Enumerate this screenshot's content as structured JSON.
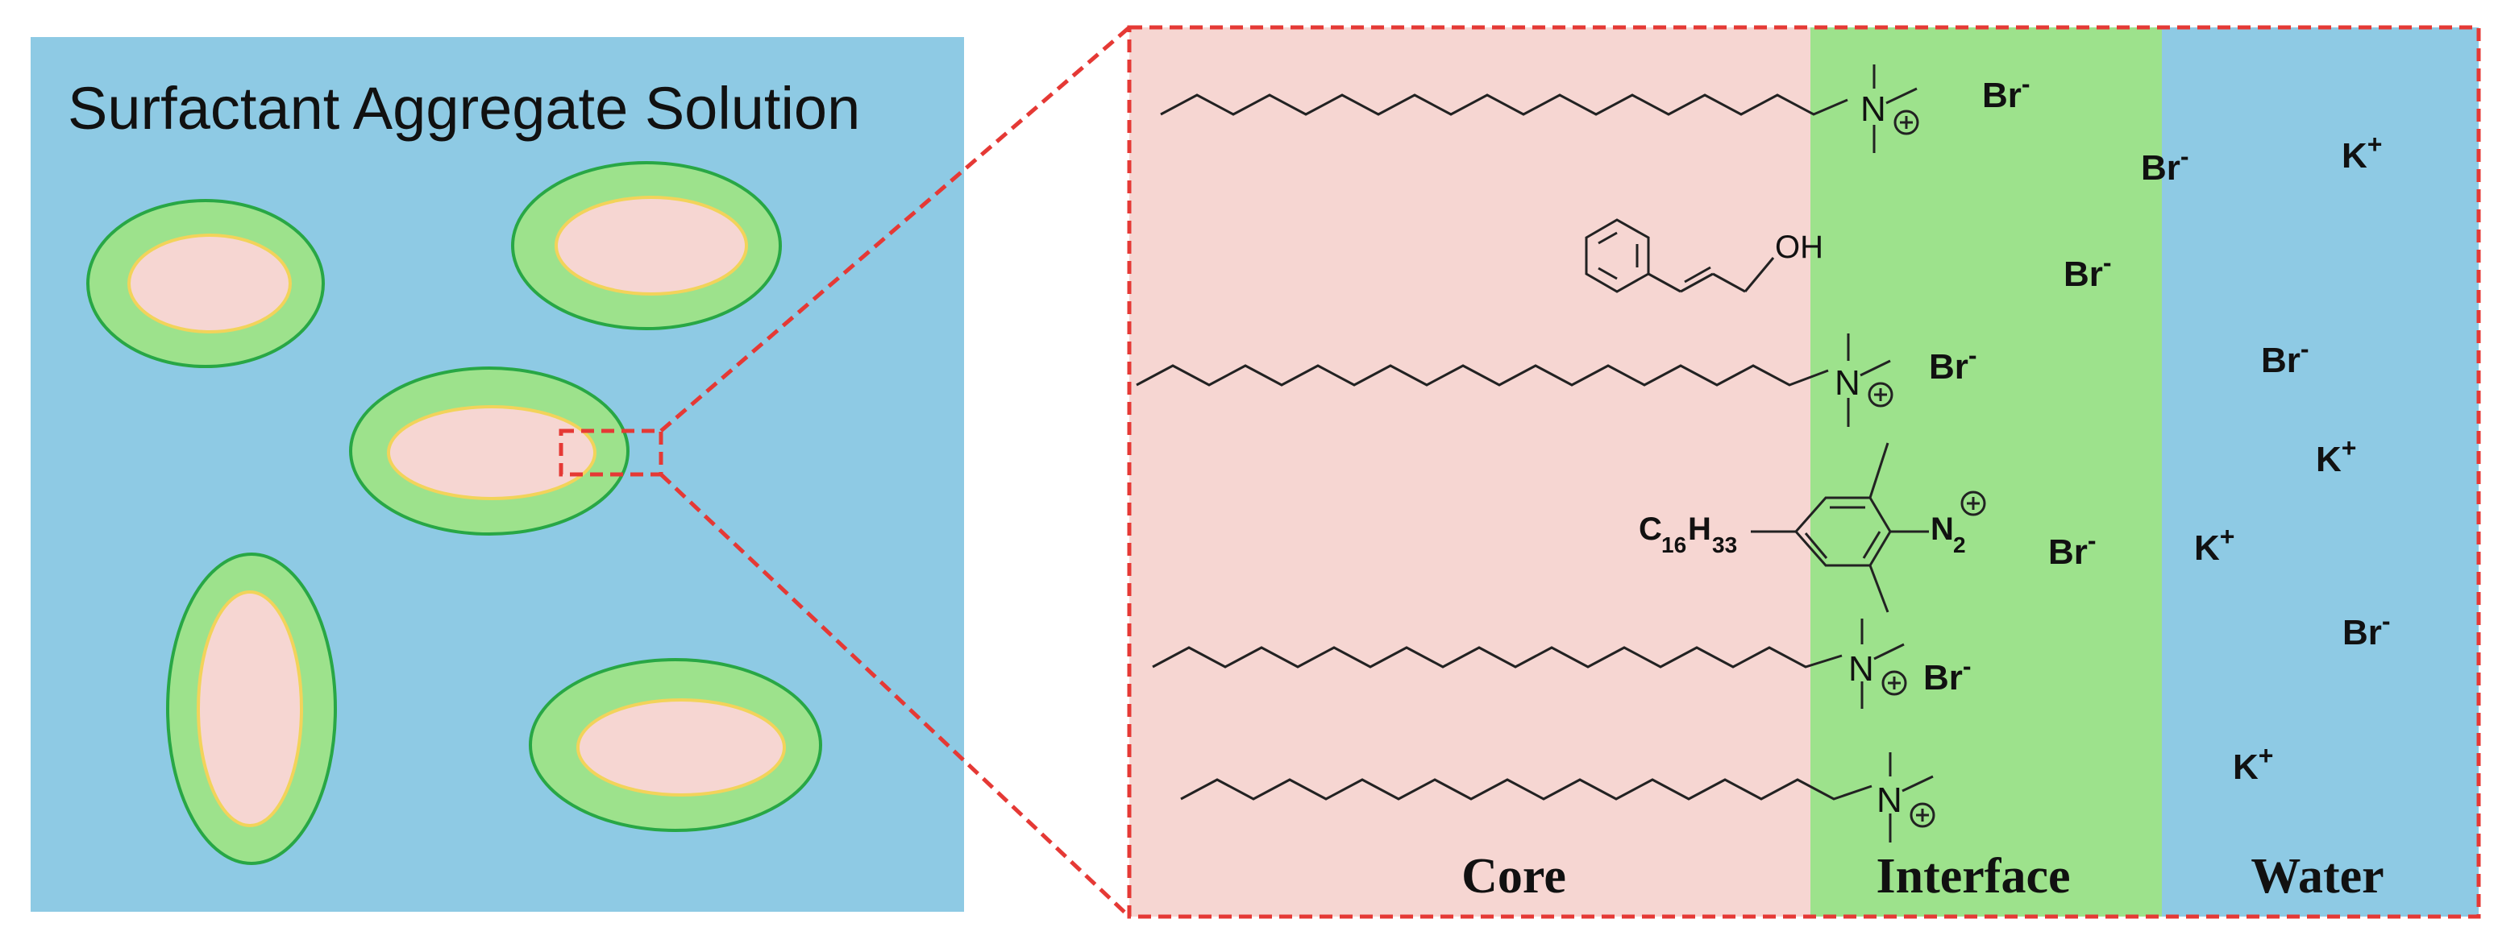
{
  "left_panel": {
    "title": "Surfactant Aggregate Solution"
  },
  "right_panel": {
    "regions": {
      "core": "Core",
      "interface": "Interface",
      "water": "Water"
    },
    "molecules": {
      "ammonium_nitrogen": "N",
      "hydroxyl": "OH",
      "diazonium_n": "N",
      "diazonium_sub": "2",
      "alkyl_c": "C",
      "alkyl_c_sub": "16",
      "alkyl_h": "H",
      "alkyl_h_sub": "33"
    },
    "ions": {
      "bromide_base": "Br",
      "bromide_charge": "-",
      "potassium_base": "K",
      "potassium_charge": "+"
    }
  },
  "colors": {
    "water": "#8ecae4",
    "core": "#f6d6d2",
    "interface": "#9de28c",
    "interface_outline": "#28a745",
    "core_outline": "#f2d35a",
    "zoom_box": "#e53935"
  }
}
